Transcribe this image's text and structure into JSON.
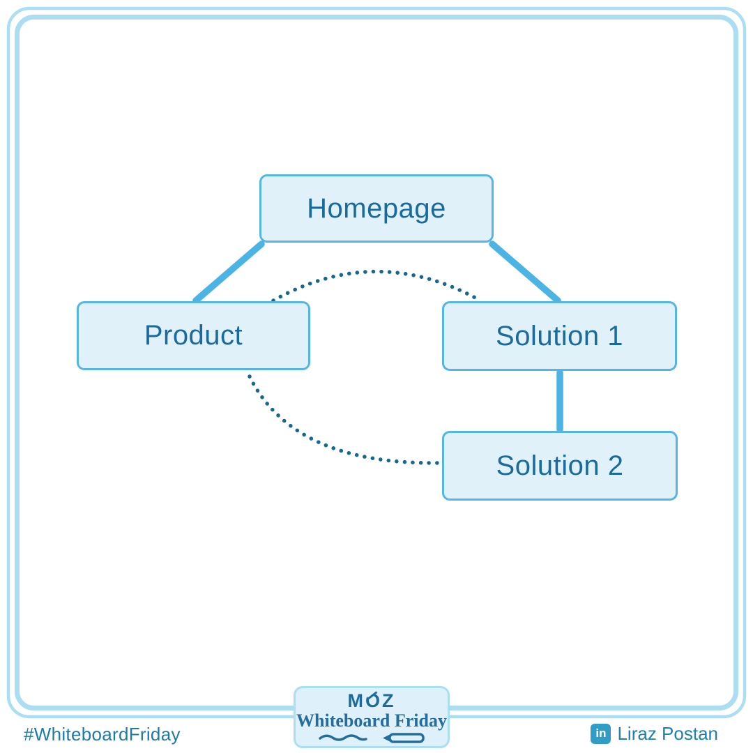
{
  "diagram": {
    "nodes": [
      {
        "id": "homepage",
        "label": "Homepage"
      },
      {
        "id": "product",
        "label": "Product"
      },
      {
        "id": "solution1",
        "label": "Solution 1"
      },
      {
        "id": "solution2",
        "label": "Solution 2"
      }
    ],
    "edges": [
      {
        "from": "homepage",
        "to": "product",
        "style": "solid"
      },
      {
        "from": "homepage",
        "to": "solution1",
        "style": "solid"
      },
      {
        "from": "solution1",
        "to": "solution2",
        "style": "solid"
      },
      {
        "from": "product",
        "to": "solution1",
        "style": "dotted-arc"
      },
      {
        "from": "product",
        "to": "solution2",
        "style": "dotted-arc"
      }
    ]
  },
  "footer": {
    "hashtag": "#WhiteboardFriday",
    "badge": {
      "brand": "MOZ",
      "series": "Whiteboard Friday",
      "icons": [
        "squiggle-underline",
        "marker-pen"
      ]
    },
    "credit": {
      "icon": "linkedin",
      "icon_glyph": "in",
      "name": "Liraz Postan"
    }
  },
  "colors": {
    "node_fill": "#e0f1f9",
    "node_border": "#55b6e3",
    "node_text": "#1a6b9d",
    "solid_edge": "#4cb4e4",
    "dotted_edge": "#17688f",
    "frame": "#abdef3",
    "badge_border": "#a9def4",
    "brand_text": "#1d6b9a",
    "linkedin": "#2f9dc5",
    "background": "#ffffff"
  }
}
